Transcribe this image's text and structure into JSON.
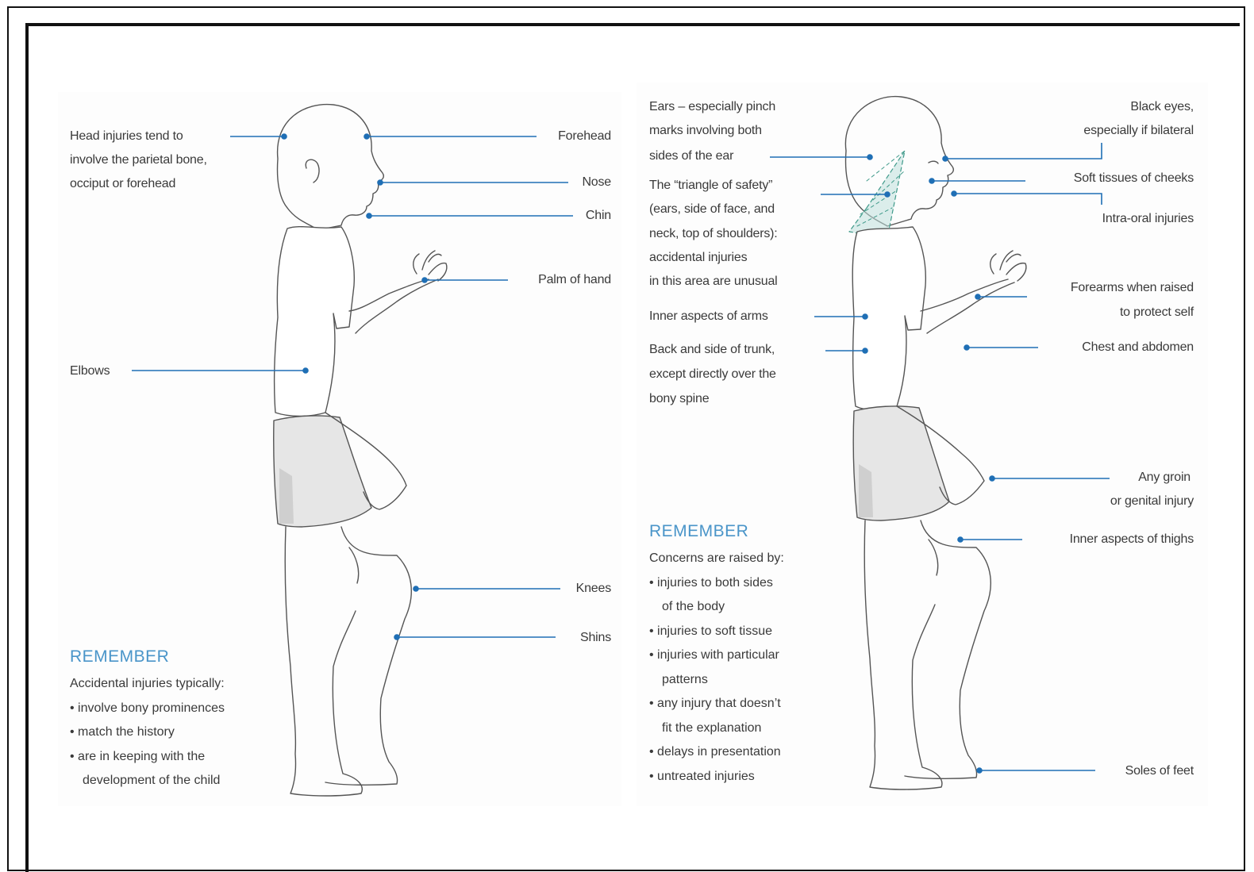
{
  "colors": {
    "accent": "#1f6fb5",
    "remember_title": "#4a95c9",
    "text": "#3a3a3a",
    "outline": "#555555",
    "shorts": "#e6e6e6",
    "triangle": "#bfe0dc"
  },
  "left_figure": {
    "labels": {
      "head_1": "Head injuries tend to",
      "head_2": "involve the parietal bone,",
      "head_3": "occiput or forehead",
      "forehead": "Forehead",
      "nose": "Nose",
      "chin": "Chin",
      "palm": "Palm of hand",
      "elbows": "Elbows",
      "knees": "Knees",
      "shins": "Shins"
    },
    "remember": {
      "title": "REMEMBER",
      "intro": "Accidental injuries typically:",
      "items": [
        "• involve bony prominences",
        "• match the history",
        "• are in keeping with the",
        "development of the child"
      ]
    }
  },
  "right_figure": {
    "labels": {
      "ears_1": "Ears – especially pinch",
      "ears_2": "marks involving both",
      "ears_3": "sides of the ear",
      "triangle_1": "The “triangle of safety”",
      "triangle_2": "(ears, side of face, and",
      "triangle_3": "neck, top of shoulders):",
      "triangle_4": "accidental injuries",
      "triangle_5": "in this area are unusual",
      "inner_arms": "Inner aspects of arms",
      "trunk_1": "Back and side of trunk,",
      "trunk_2": "except directly over the",
      "trunk_3": "bony spine",
      "black_eyes_1": "Black eyes,",
      "black_eyes_2": "especially if bilateral",
      "cheeks": "Soft tissues of cheeks",
      "intra_oral": "Intra-oral injuries",
      "forearms_1": "Forearms when raised",
      "forearms_2": "to protect self",
      "chest": "Chest and abdomen",
      "groin_1": "Any groin",
      "groin_2": "or genital injury",
      "thighs": "Inner aspects of thighs",
      "soles": "Soles of feet"
    },
    "remember": {
      "title": "REMEMBER",
      "intro": "Concerns are raised by:",
      "items": [
        "• injuries to both sides",
        "of the body",
        "• injuries to soft tissue",
        "• injuries with particular",
        "patterns",
        "• any injury that doesn’t",
        "fit the explanation",
        "• delays in presentation",
        "• untreated injuries"
      ]
    }
  }
}
